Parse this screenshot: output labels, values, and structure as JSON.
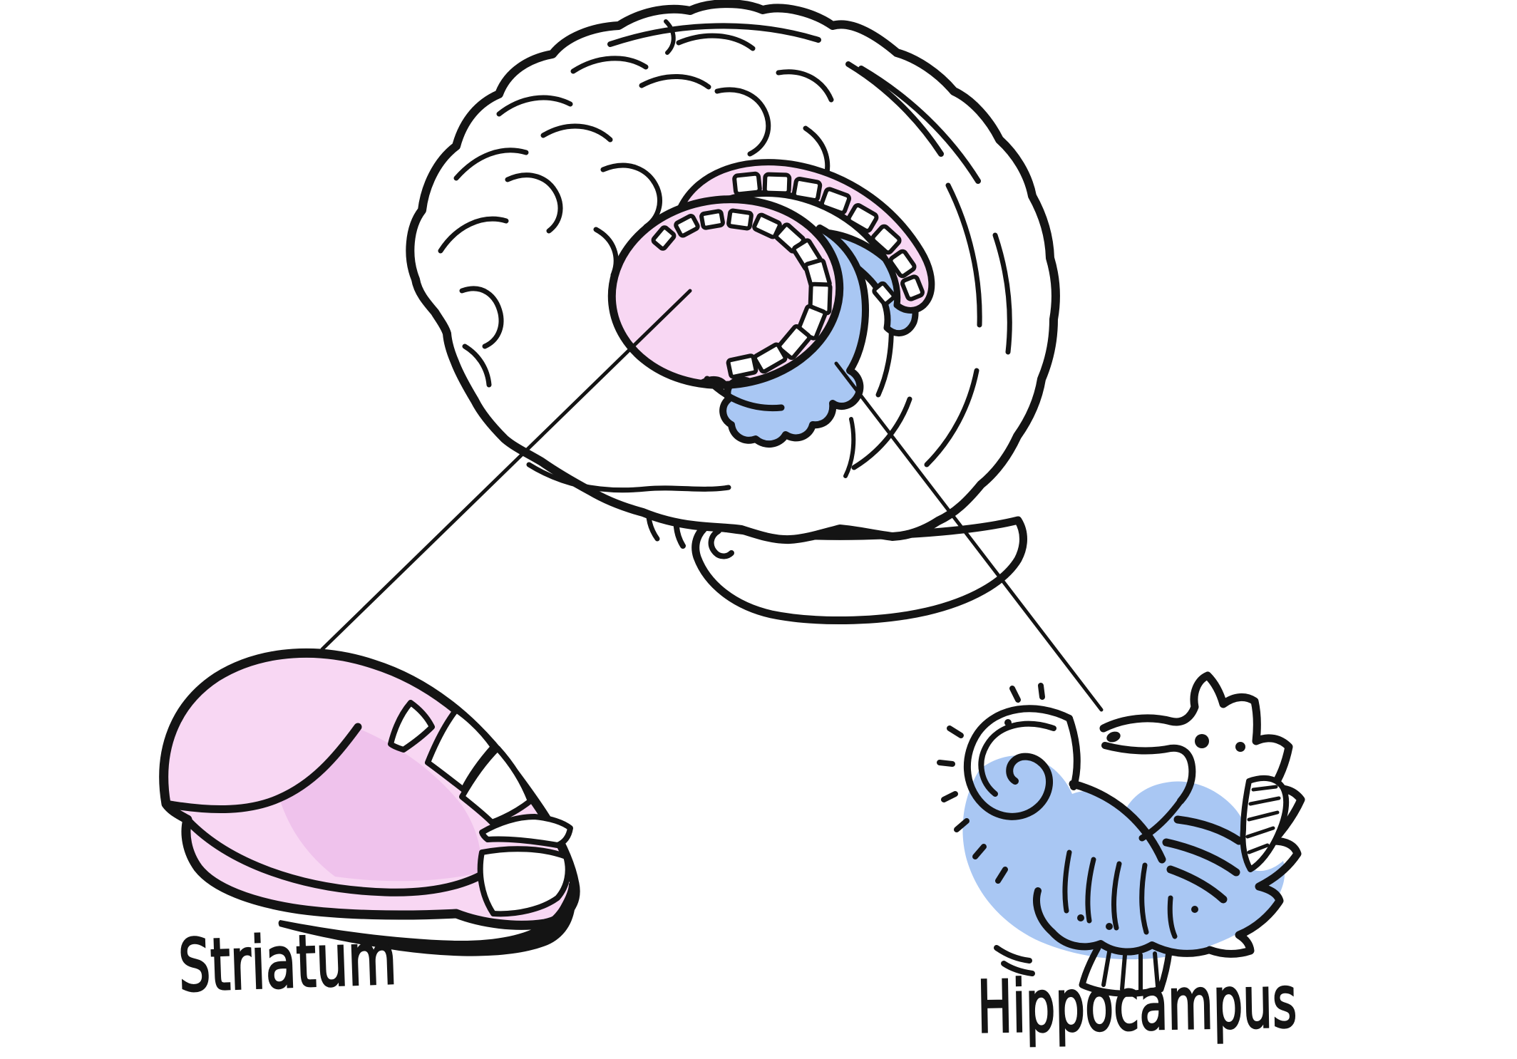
{
  "figure": {
    "kind": "hand-drawn-brain-diagram"
  },
  "regions": [
    {
      "id": "striatum",
      "label": "Striatum",
      "fill": "#F8D7F3"
    },
    {
      "id": "hippocampus",
      "label": "Hippocampus",
      "fill": "#A9C7F3"
    }
  ],
  "palette": {
    "ink": "#141414",
    "pink": "#F8D7F3",
    "pink-shade": "#EFC2EC",
    "blue": "#A9C7F3",
    "paper": "#FFFFFF"
  }
}
